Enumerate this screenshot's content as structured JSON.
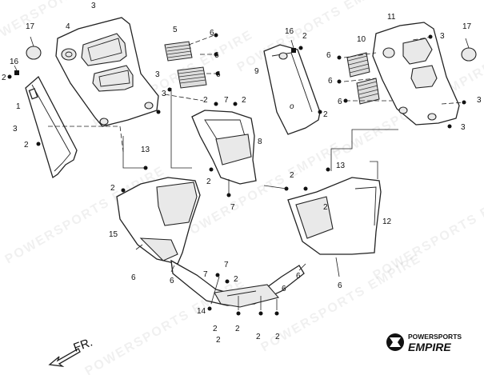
{
  "watermark": "POWERSPORTS EMPIRE",
  "direction_label": "FR.",
  "logo": {
    "top": "POWERSPORTS",
    "bottom": "EMPIRE"
  },
  "callouts": {
    "c1": "1",
    "c2a": "2",
    "c2b": "2",
    "c2c": "2",
    "c2d": "2",
    "c2e": "2",
    "c2f": "2",
    "c2g": "2",
    "c2h": "2",
    "c2i": "2",
    "c2j": "2",
    "c2k": "2",
    "c2l": "2",
    "c2m": "2",
    "c2n": "2",
    "c2o": "2",
    "c2p": "2",
    "c3a": "3",
    "c3b": "3",
    "c3c": "3",
    "c3d": "3",
    "c3e": "3",
    "c3f": "3",
    "c4": "4",
    "c5": "5",
    "c6a": "6",
    "c6b": "6",
    "c6c": "6",
    "c6d": "6",
    "c6e": "6",
    "c6f": "6",
    "c6g": "6",
    "c6h": "6",
    "c6i": "6",
    "c6j": "6",
    "c6k": "6",
    "c7a": "7",
    "c7b": "7",
    "c7c": "7",
    "c7d": "7",
    "c8": "8",
    "c9": "9",
    "c10": "10",
    "c11": "11",
    "c12": "12",
    "c13a": "13",
    "c13b": "13",
    "c14": "14",
    "c15": "15",
    "c16a": "16",
    "c16b": "16",
    "c17a": "17",
    "c17b": "17"
  }
}
